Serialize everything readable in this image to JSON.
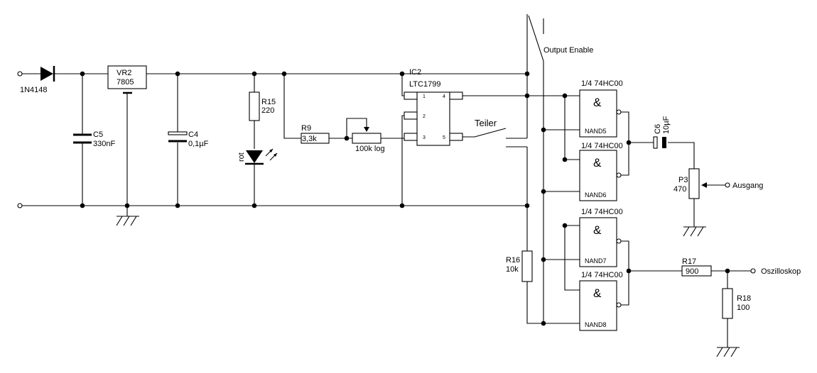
{
  "diode": {
    "ref": "1N4148"
  },
  "regulator": {
    "ref": "VR2",
    "type": "7805"
  },
  "c5": {
    "ref": "C5",
    "value": "330nF"
  },
  "c4": {
    "ref": "C4",
    "value": "0,1µF"
  },
  "r15": {
    "ref": "R15",
    "value": "220"
  },
  "led": {
    "label": "rot"
  },
  "r9": {
    "ref": "R9",
    "value": "3,3k"
  },
  "pot": {
    "label": "100k log"
  },
  "ic2": {
    "ref": "IC2",
    "type": "LTC1799",
    "pins": [
      "1",
      "2",
      "3",
      "4",
      "5"
    ]
  },
  "switch_oe": {
    "label": "Output Enable"
  },
  "switch_div": {
    "label": "Teiler"
  },
  "r16": {
    "ref": "R16",
    "value": "10k"
  },
  "nand_gates": [
    {
      "part": "1/4 74HC00",
      "name": "NAND5",
      "symbol": "&"
    },
    {
      "part": "1/4 74HC00",
      "name": "NAND6",
      "symbol": "&"
    },
    {
      "part": "1/4 74HC00",
      "name": "NAND7",
      "symbol": "&"
    },
    {
      "part": "1/4 74HC00",
      "name": "NAND8",
      "symbol": "&"
    }
  ],
  "c6": {
    "ref": "C6",
    "value": "10µF"
  },
  "p3": {
    "ref": "P3",
    "value": "470"
  },
  "output": {
    "label": "Ausgang"
  },
  "r17": {
    "ref": "R17",
    "value": "900"
  },
  "r18": {
    "ref": "R18",
    "value": "100"
  },
  "scope": {
    "label": "Oszilloskop"
  }
}
